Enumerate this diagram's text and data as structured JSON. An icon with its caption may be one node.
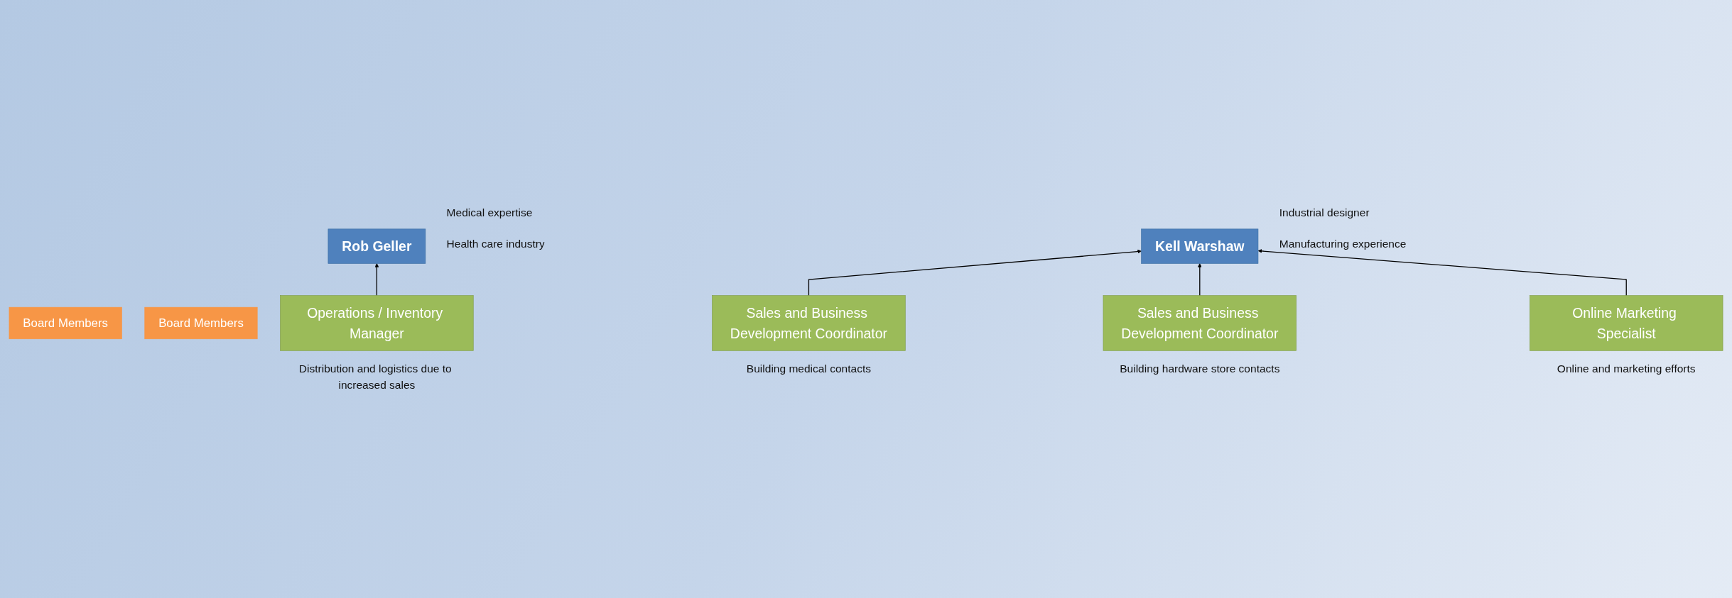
{
  "diagram": {
    "nodes": [
      {
        "text": [
          "Rob Geller"
        ],
        "beside": [
          "Medical expertise",
          "Health care industry"
        ]
      },
      {
        "text": [
          "Kell Warshaw"
        ],
        "beside": [
          "Industrial designer",
          "Manufacturing experience"
        ]
      },
      {
        "text": [
          "Board Members"
        ]
      },
      {
        "text": [
          "Board Members"
        ]
      },
      {
        "text": [
          "Operations / Inventory Manager"
        ],
        "beside": [
          "Distribution and logistics due to increased sales"
        ]
      },
      {
        "text": [
          "Sales and Business Development Coordinator"
        ],
        "beside": [
          "Building medical contacts"
        ]
      },
      {
        "text": [
          "Sales and Business Development Coordinator"
        ],
        "beside": [
          "Building hardware store contacts"
        ]
      },
      {
        "text": [
          "Online Marketing Specialist"
        ],
        "beside": [
          "Online and marketing efforts"
        ]
      }
    ],
    "edges": [
      {
        "from": 4,
        "to": 0,
        "arrow": "to"
      },
      {
        "from": 5,
        "to": 1,
        "arrow": "to"
      },
      {
        "from": 6,
        "to": 1,
        "arrow": "to"
      },
      {
        "from": 7,
        "to": 1,
        "arrow": "to"
      }
    ]
  }
}
